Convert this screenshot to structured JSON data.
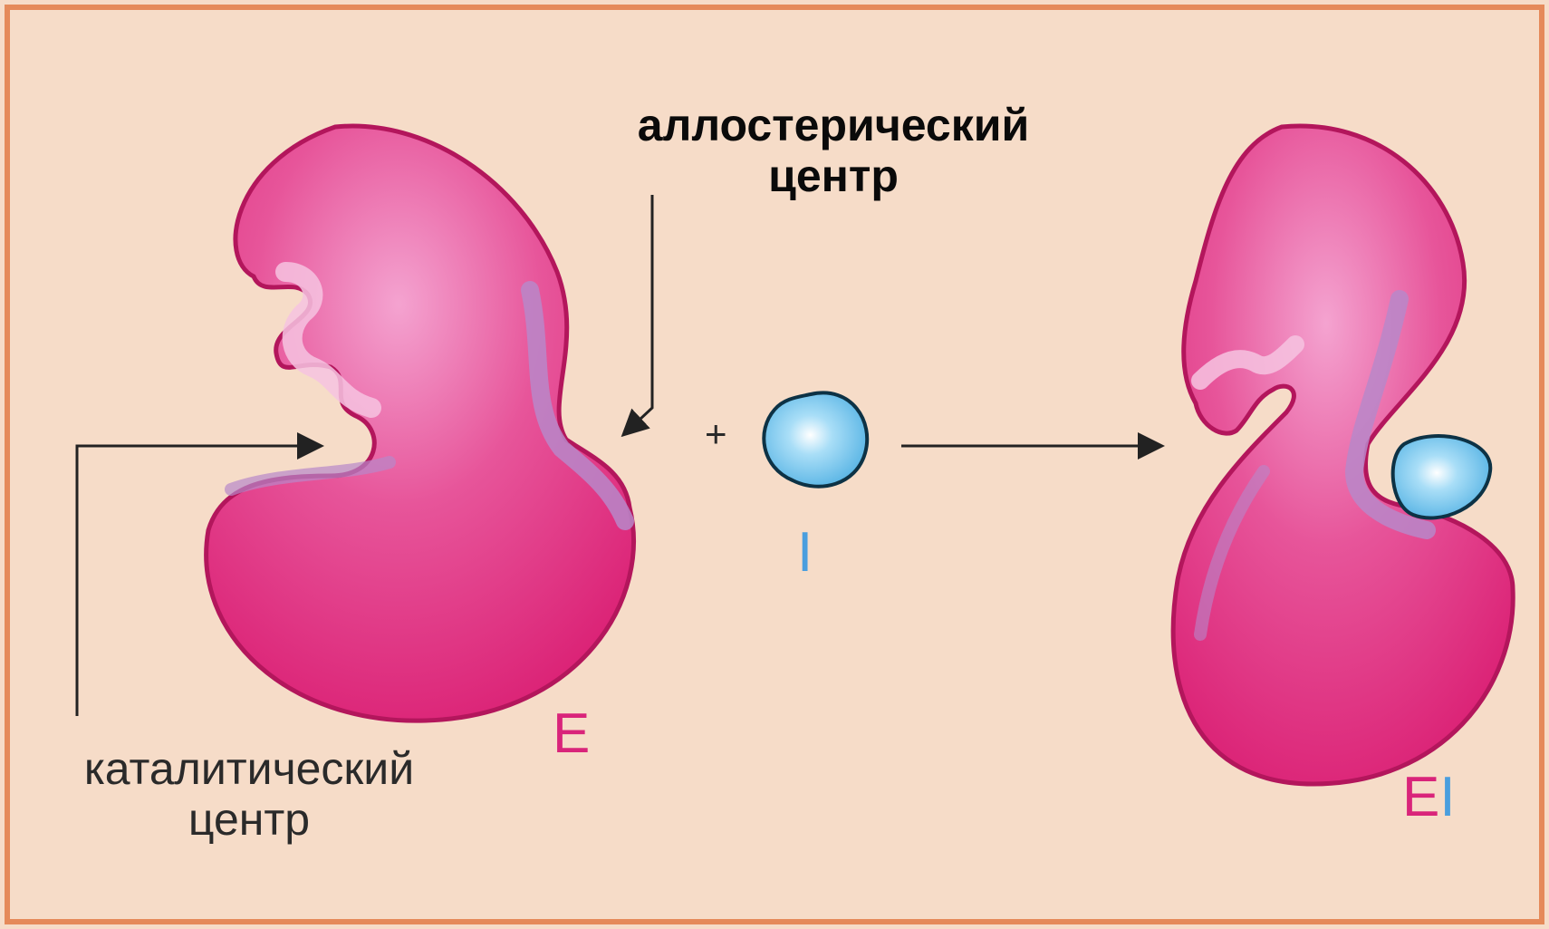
{
  "labels": {
    "allosteric_center": "аллостерический\nцентр",
    "catalytic_center": "каталитический\nцентр",
    "enzyme": "E",
    "inhibitor": "I",
    "plus": "+",
    "complex_enzyme_part": "E",
    "complex_inhibitor_part": "I"
  },
  "colors": {
    "background": "#f6dcc8",
    "frame": "#e58a5a",
    "enzyme_fill": "#e02b7d",
    "enzyme_light": "#f3a8d3",
    "enzyme_outline": "#b3165c",
    "pocket": "#b887c9",
    "inhibitor_fill": "#7cc8ee",
    "inhibitor_outline": "#0d3245",
    "enzyme_letter": "#d9247a",
    "inhibitor_letter": "#4a9ede",
    "arrows": "#222222"
  }
}
